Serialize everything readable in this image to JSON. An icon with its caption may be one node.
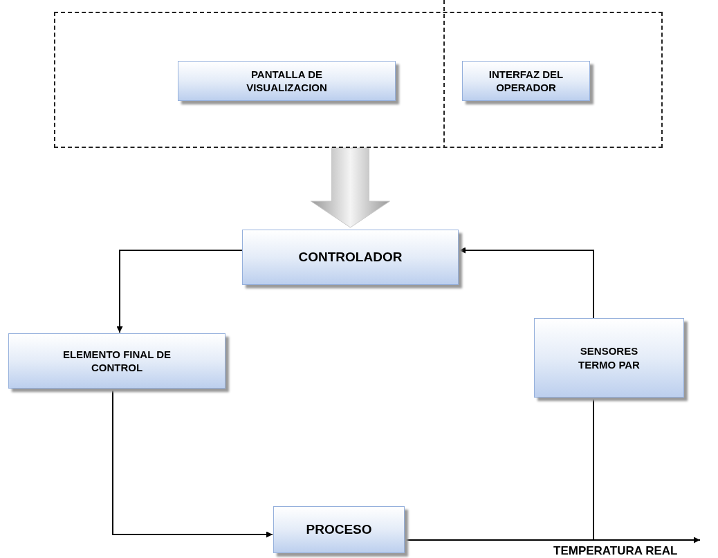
{
  "diagram": {
    "nodes": [
      {
        "text": [],
        "shape": "box"
      },
      {
        "text": [
          "PANTALLA DE VISUALIZACION"
        ],
        "in": 0
      },
      {
        "text": [
          "INTERFAZ DEL OPERADOR"
        ],
        "in": 0
      },
      {
        "text": [
          "CONTROLADOR"
        ]
      },
      {
        "text": [
          "ELEMENTO FINAL DE CONTROL"
        ]
      },
      {
        "text": [
          "SENSORES TERMO PAR"
        ]
      },
      {
        "text": [
          "PROCESO"
        ]
      }
    ],
    "edges": [
      {
        "from": 0,
        "to": 3,
        "arrow": "to",
        "style": "thick",
        "color": "#c8c8c8"
      },
      {
        "from": 3,
        "to": 4,
        "arrow": "to"
      },
      {
        "from": 4,
        "to": 6,
        "arrow": "to"
      },
      {
        "from": 6,
        "to": null,
        "arrow": "to"
      },
      {
        "from": 6,
        "to": 5,
        "arrow": "none"
      },
      {
        "from": 5,
        "to": 3,
        "arrow": "to"
      }
    ],
    "labels": [
      "TEMPERATURA REAL"
    ]
  }
}
